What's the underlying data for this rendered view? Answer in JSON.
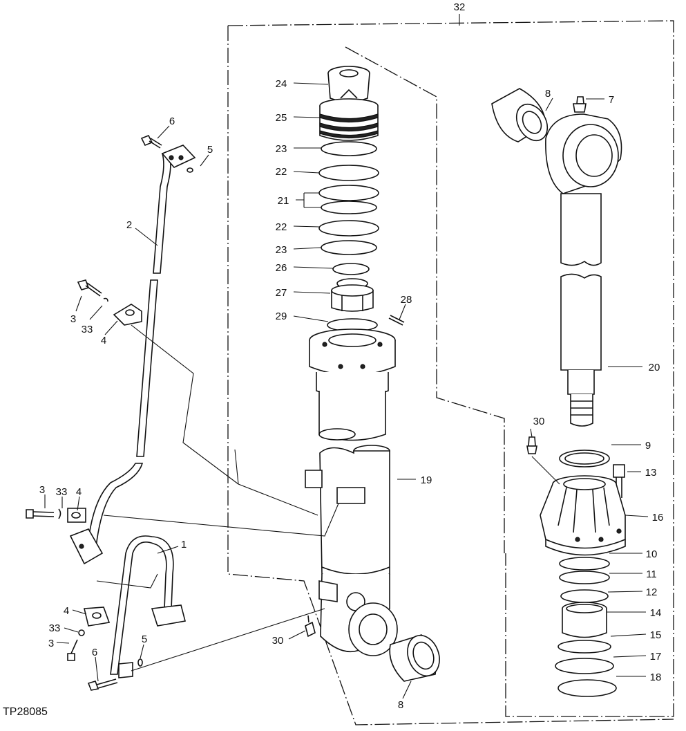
{
  "figure_id": "TP28085",
  "assembly_callout": "32",
  "callouts": [
    {
      "id": "c1",
      "label": "1"
    },
    {
      "id": "c2",
      "label": "2"
    },
    {
      "id": "c3a",
      "label": "3"
    },
    {
      "id": "c3b",
      "label": "3"
    },
    {
      "id": "c3c",
      "label": "3"
    },
    {
      "id": "c4a",
      "label": "4"
    },
    {
      "id": "c4b",
      "label": "4"
    },
    {
      "id": "c4c",
      "label": "4"
    },
    {
      "id": "c5a",
      "label": "5"
    },
    {
      "id": "c5b",
      "label": "5"
    },
    {
      "id": "c6a",
      "label": "6"
    },
    {
      "id": "c6b",
      "label": "6"
    },
    {
      "id": "c7",
      "label": "7"
    },
    {
      "id": "c8a",
      "label": "8"
    },
    {
      "id": "c8b",
      "label": "8"
    },
    {
      "id": "c9",
      "label": "9"
    },
    {
      "id": "c10",
      "label": "10"
    },
    {
      "id": "c11",
      "label": "11"
    },
    {
      "id": "c12",
      "label": "12"
    },
    {
      "id": "c13",
      "label": "13"
    },
    {
      "id": "c14",
      "label": "14"
    },
    {
      "id": "c15",
      "label": "15"
    },
    {
      "id": "c16",
      "label": "16"
    },
    {
      "id": "c17",
      "label": "17"
    },
    {
      "id": "c18",
      "label": "18"
    },
    {
      "id": "c19",
      "label": "19"
    },
    {
      "id": "c20",
      "label": "20"
    },
    {
      "id": "c21",
      "label": "21"
    },
    {
      "id": "c22a",
      "label": "22"
    },
    {
      "id": "c22b",
      "label": "22"
    },
    {
      "id": "c23a",
      "label": "23"
    },
    {
      "id": "c23b",
      "label": "23"
    },
    {
      "id": "c24",
      "label": "24"
    },
    {
      "id": "c25",
      "label": "25"
    },
    {
      "id": "c26",
      "label": "26"
    },
    {
      "id": "c27",
      "label": "27"
    },
    {
      "id": "c28",
      "label": "28"
    },
    {
      "id": "c29",
      "label": "29"
    },
    {
      "id": "c30a",
      "label": "30"
    },
    {
      "id": "c30b",
      "label": "30"
    },
    {
      "id": "c33a",
      "label": "33"
    },
    {
      "id": "c33b",
      "label": "33"
    },
    {
      "id": "c33c",
      "label": "33"
    }
  ]
}
